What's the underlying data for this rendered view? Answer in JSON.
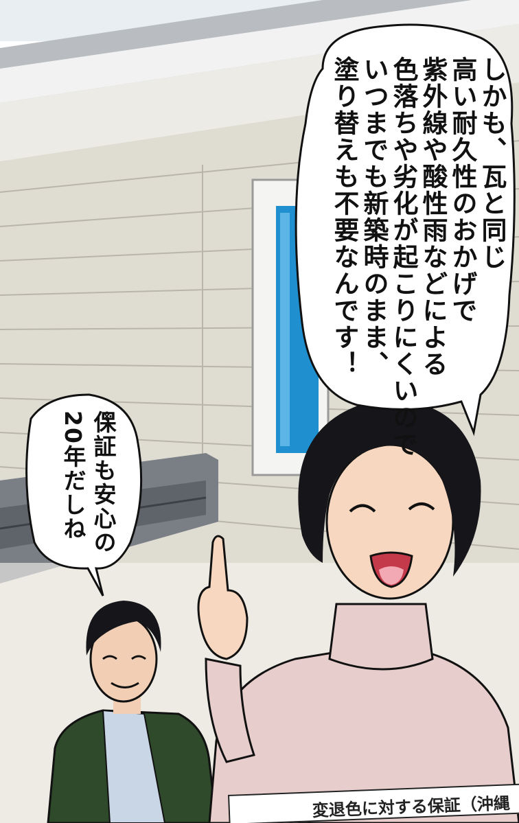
{
  "speech": {
    "woman_lines": [
      "しかも、瓦と同じ",
      "高い耐久性のおかげで",
      "紫外線や酸性雨などによる",
      "色落ちや劣化が起こりにくいので",
      "いつまでも新築時のまま、",
      "塗り替えも不要なんです！"
    ],
    "man_lines": [
      "保証も安心の",
      "20年だしね"
    ],
    "footnote_mark": "※"
  },
  "caption": {
    "text": "変退色に対する保証（沖縄"
  },
  "colors": {
    "siding": "#dfdcd2",
    "siding_line": "#b9b5aa",
    "window_glass": "#1f8fd0",
    "woman_sweater": "#e7cdcb",
    "man_jacket": "#2e4a2a",
    "man_shirt": "#c9d6e6",
    "skin": "#f7d7bf",
    "hair": "#15151a"
  }
}
